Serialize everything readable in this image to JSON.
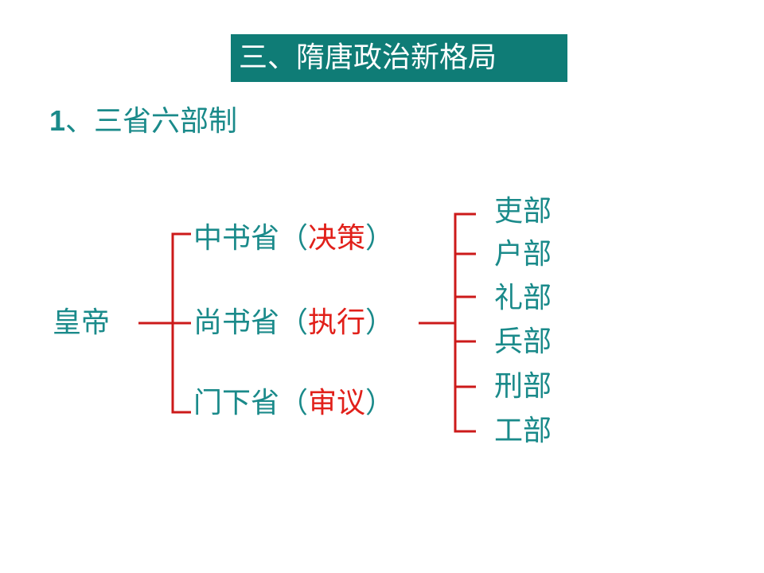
{
  "title": "三、隋唐政治新格局",
  "subtitle": {
    "number": "1",
    "text": "、三省六部制"
  },
  "emperor": "皇帝",
  "provinces": [
    {
      "name": "中书省",
      "open": "（",
      "role": "决策",
      "close": "）"
    },
    {
      "name": "尚书省",
      "open": "（",
      "role": "执行",
      "close": "）"
    },
    {
      "name": "门下省",
      "open": "（",
      "role": "审议",
      "close": "）"
    }
  ],
  "ministries": [
    "吏部",
    "户部",
    "礼部",
    "兵部",
    "刑部",
    "工部"
  ],
  "colors": {
    "teal_text": "#1a8a8a",
    "title_background": "#0f7c76",
    "role_red": "#e1201a",
    "connector_red": "#cc1a1a"
  }
}
